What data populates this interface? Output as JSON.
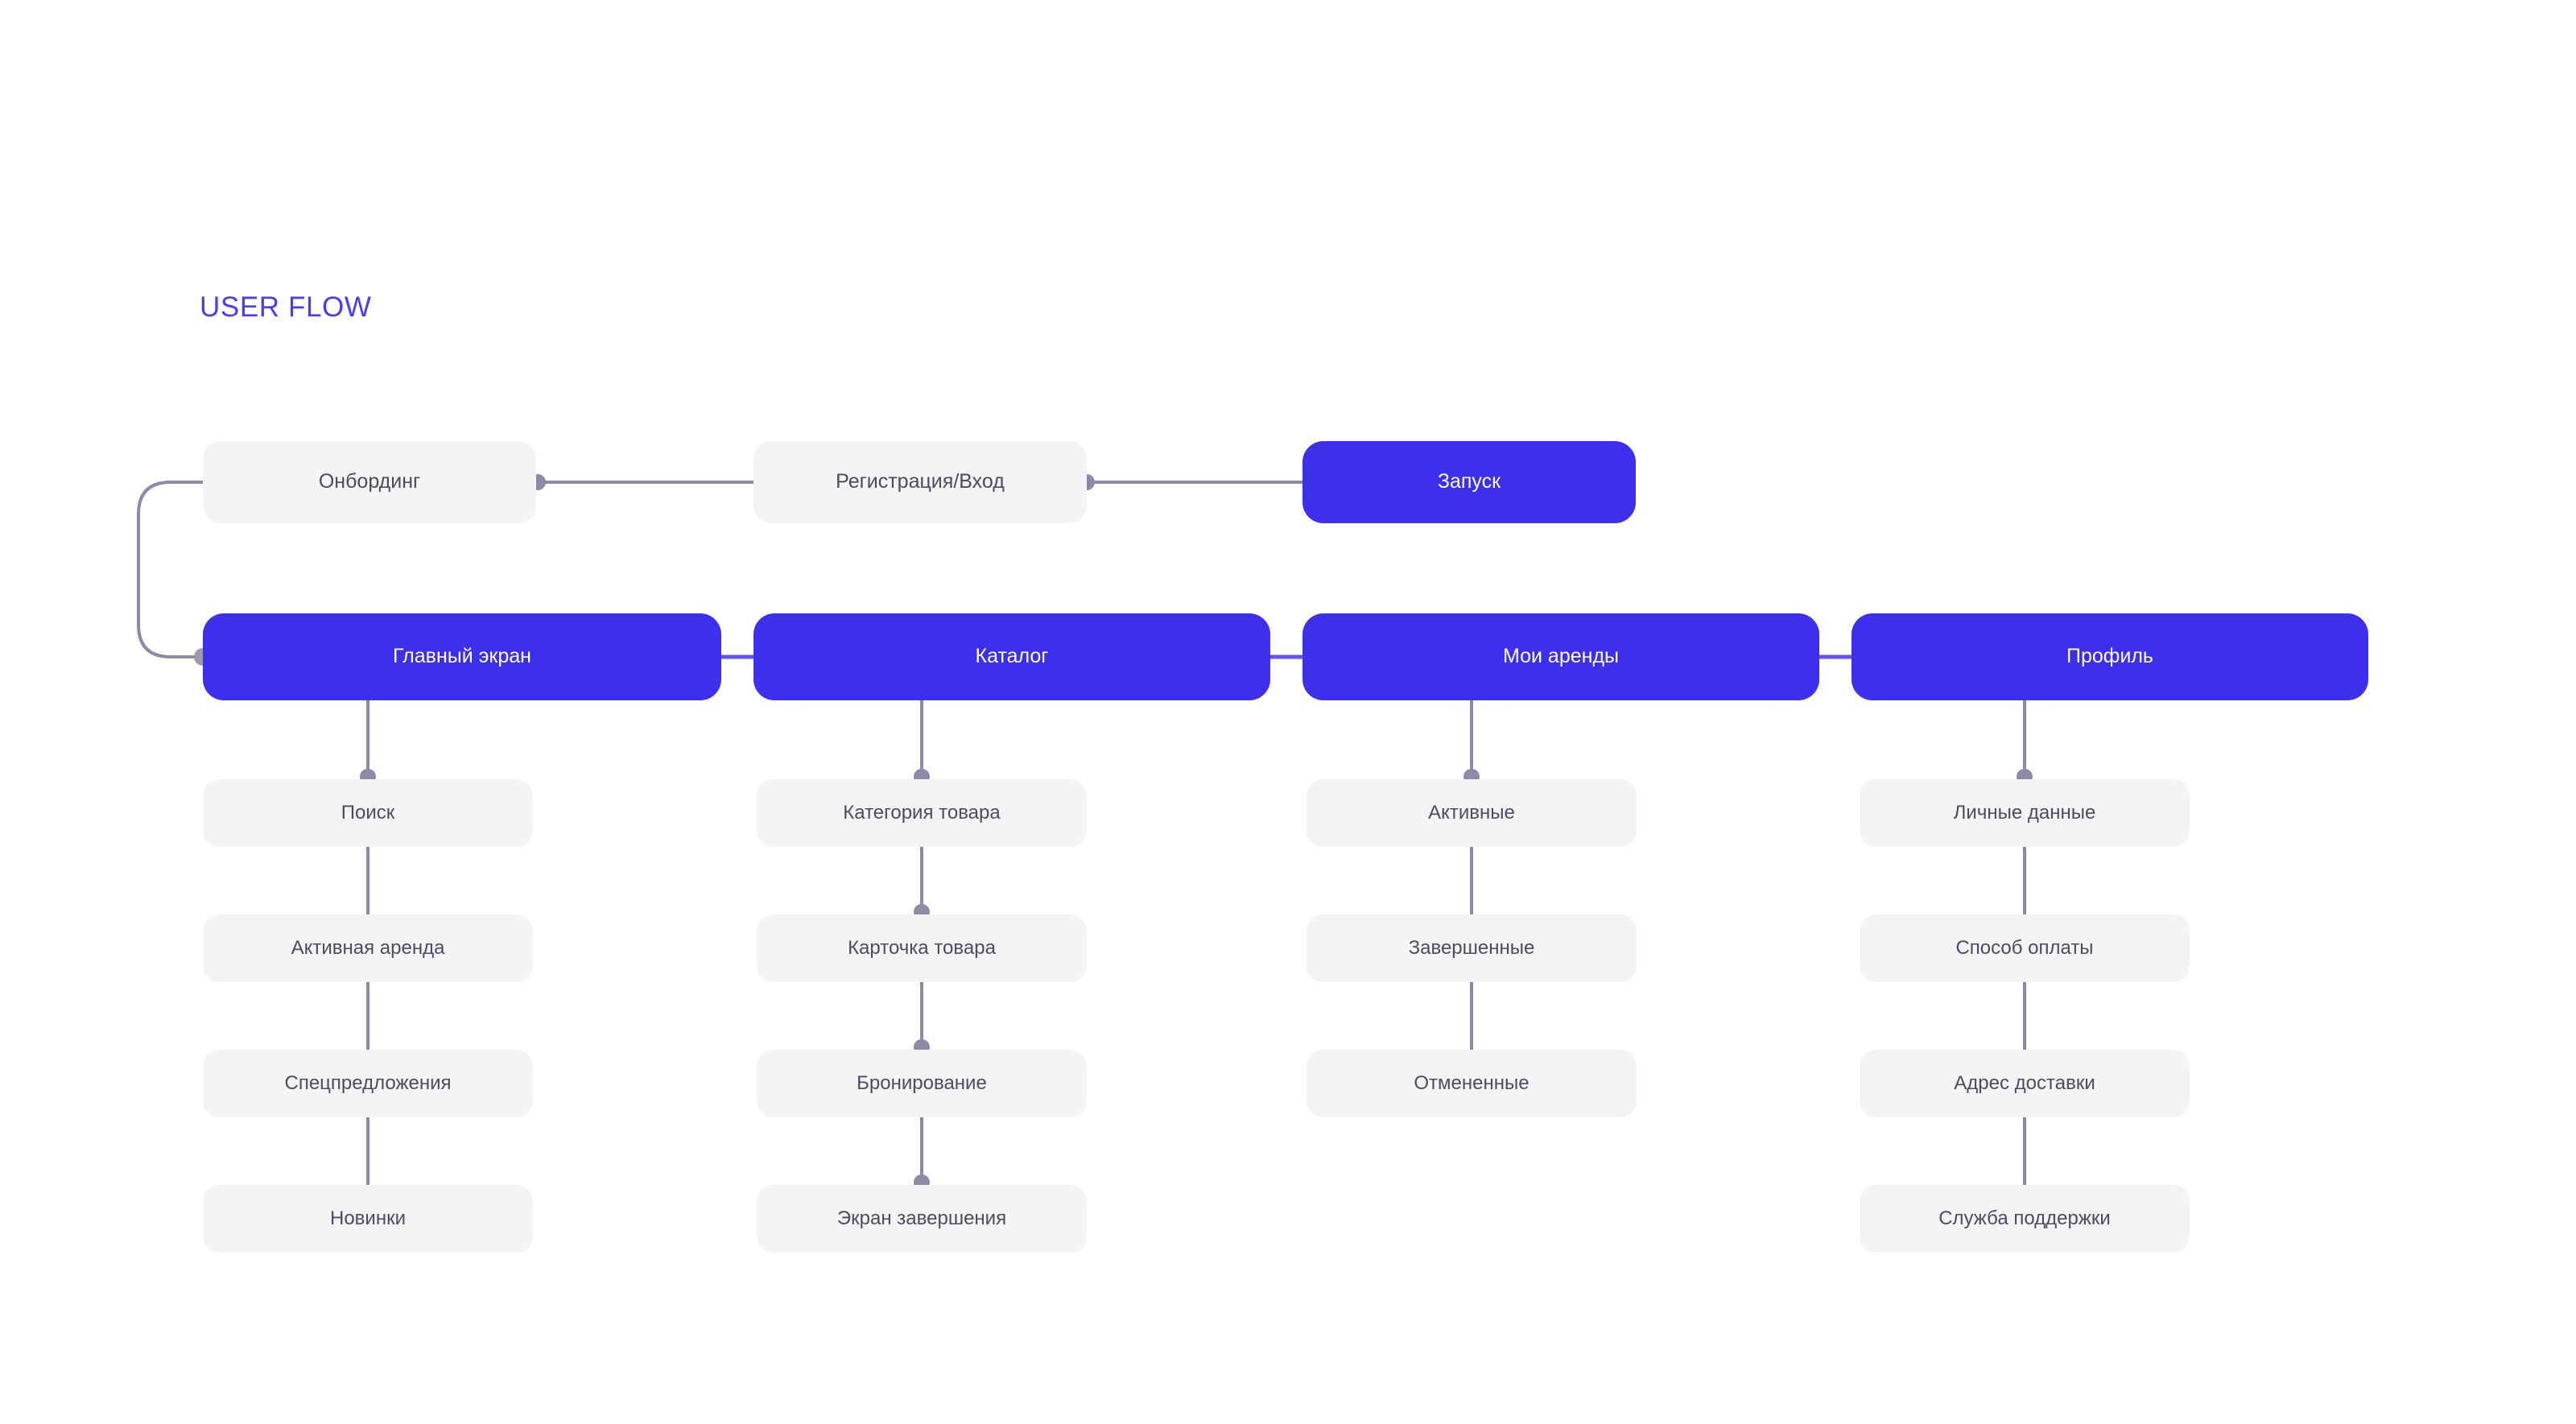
{
  "title": "USER FLOW",
  "colors": {
    "accent": "#3D2FEE",
    "title": "#4B3EF2",
    "muted_bg": "#F4F4F7",
    "muted_text": "#4C4C5E",
    "connector": "#8C8AA6",
    "page_bg": "#FFFFFF"
  },
  "entry_row": {
    "nodes": [
      {
        "label": "Онбординг",
        "style": "muted"
      },
      {
        "label": "Регистрация/Вход",
        "style": "muted"
      },
      {
        "label": "Запуск",
        "style": "accent"
      }
    ]
  },
  "nav_row": {
    "nodes": [
      {
        "label": "Главный экран",
        "style": "accent"
      },
      {
        "label": "Каталог",
        "style": "accent"
      },
      {
        "label": "Мои аренды",
        "style": "accent"
      },
      {
        "label": "Профиль",
        "style": "accent"
      }
    ]
  },
  "columns": [
    {
      "parent": "Главный экран",
      "items": [
        "Поиск",
        "Активная аренда",
        "Спецпредложения",
        "Новинки"
      ]
    },
    {
      "parent": "Каталог",
      "items": [
        "Категория товара",
        "Карточка товара",
        "Бронирование",
        "Экран завершения"
      ]
    },
    {
      "parent": "Мои аренды",
      "items": [
        "Активные",
        "Завершенные",
        "Отмененные"
      ]
    },
    {
      "parent": "Профиль",
      "items": [
        "Личные данные",
        "Способ оплаты",
        "Адрес доставки",
        "Служба поддержки"
      ]
    }
  ]
}
